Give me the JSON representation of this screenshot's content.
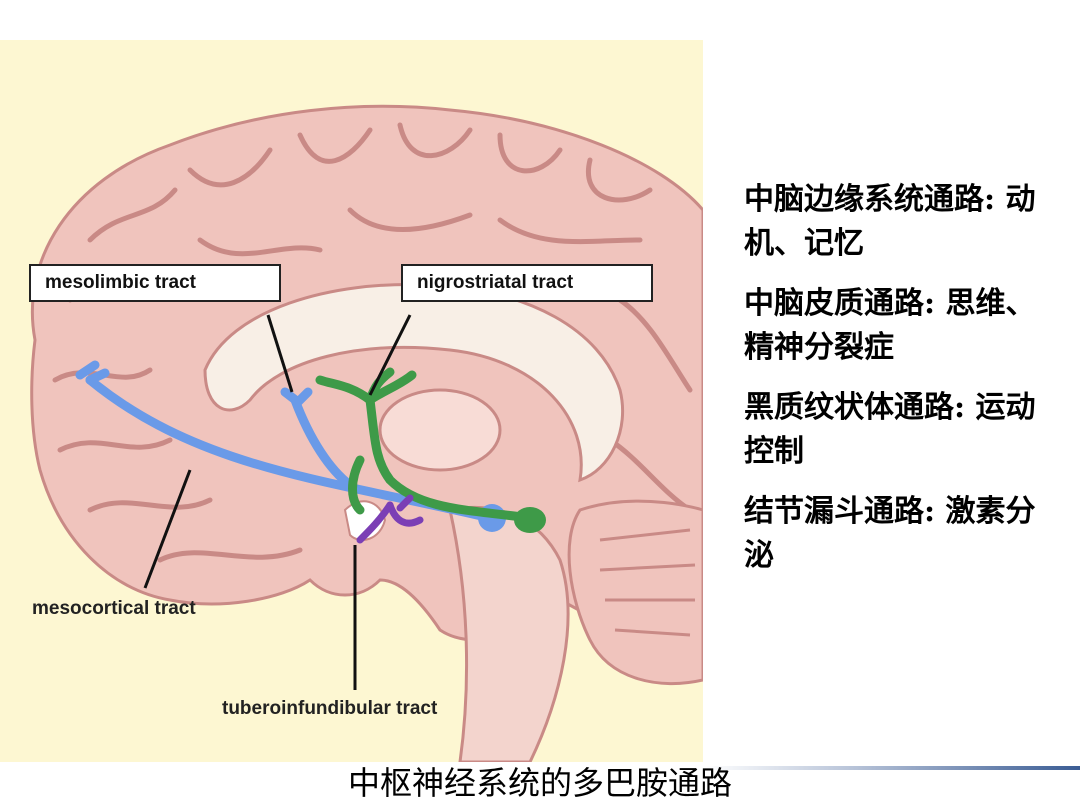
{
  "figure": {
    "labels": {
      "mesolimbic": "mesolimbic tract",
      "nigrostriatal": "nigrostriatal tract",
      "mesocortical": "mesocortical tract",
      "tuberoinfundibular": "tuberoinfundibular tract"
    },
    "colors": {
      "background": "#fdf7d2",
      "brain": "#f0c4bd",
      "brain_fold": "#c98a86",
      "mesolimbic_mesocortical": "#6a9ae8",
      "nigrostriatal": "#3e9a48",
      "tuberoinfundibular": "#7b3fb5"
    }
  },
  "notes": [
    "中脑边缘系统通路: 动机、记忆",
    "中脑皮质通路: 思维、精神分裂症",
    "黑质纹状体通路: 运动控制",
    "结节漏斗通路: 激素分泌"
  ],
  "caption": "中枢神经系统的多巴胺通路"
}
